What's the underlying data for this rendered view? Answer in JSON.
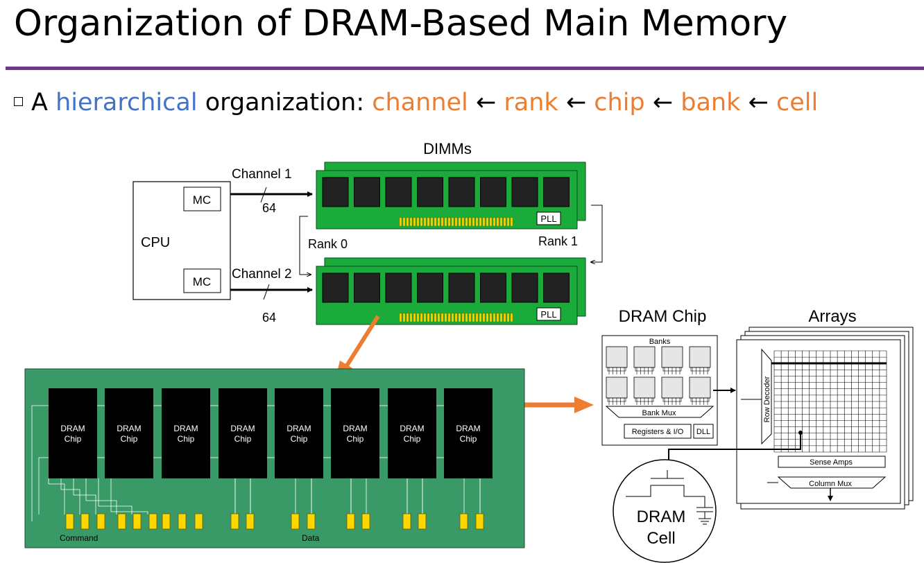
{
  "slide": {
    "title": "Organization of DRAM-Based Main Memory",
    "bullet": {
      "prefix": "A",
      "highlight": "hierarchical",
      "middle": "organization:",
      "levels": [
        "channel",
        "rank",
        "chip",
        "bank",
        "cell"
      ],
      "arrow": "←"
    }
  },
  "diagram": {
    "dimms_label": "DIMMs",
    "cpu_label": "CPU",
    "mc_label": "MC",
    "channel1_label": "Channel 1",
    "channel2_label": "Channel 2",
    "bus_width": "64",
    "rank0_label": "Rank 0",
    "rank1_label": "Rank 1",
    "pll_label": "PLL",
    "dram_chip_line1": "DRAM",
    "dram_chip_line2": "Chip",
    "command_label": "Command",
    "data_label": "Data",
    "dram_chip_title": "DRAM Chip",
    "arrays_title": "Arrays",
    "banks_label": "Banks",
    "bank_mux_label": "Bank Mux",
    "registers_label": "Registers & I/O",
    "dll_label": "DLL",
    "row_decoder_label": "Row Decoder",
    "sense_amps_label": "Sense Amps",
    "column_mux_label": "Column Mux",
    "dram_cell_line1": "DRAM",
    "dram_cell_line2": "Cell",
    "colors": {
      "pcb_green": "#1aab3b",
      "board_green": "#3a9a67",
      "accent_orange": "#ed7d31",
      "title_rule": "#6b3a85",
      "gold": "#ffd700"
    }
  }
}
